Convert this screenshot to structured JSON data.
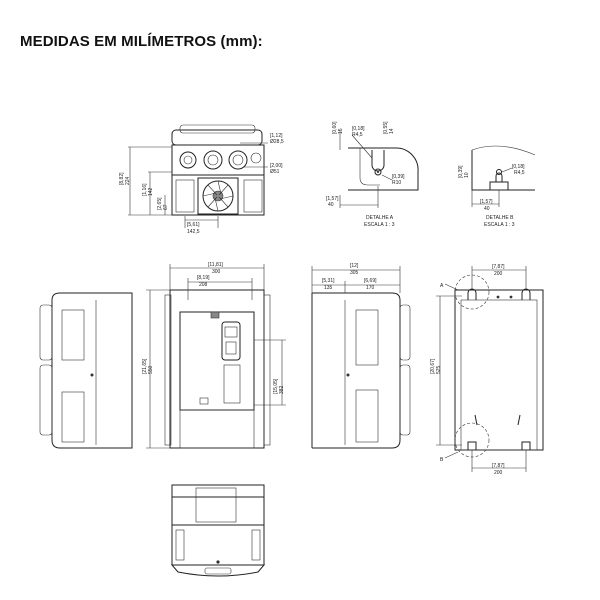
{
  "title": "MEDIDAS EM MILÍMETROS (mm):",
  "top_view": {
    "d1": "[1,12]",
    "d1b": "Ø28,5",
    "d2": "[2,00]",
    "d2b": "Ø51",
    "h1": "[8,82]",
    "h1b": "224",
    "h2": "[1,16]",
    "h2b": "142",
    "h3": "[2,65]",
    "h3b": "67",
    "w1": "[5,61]",
    "w1b": "142,5"
  },
  "detail_a": {
    "d1": "[0,60]",
    "d1b": "15",
    "d2": "[0,18]",
    "d2b": "R4,5",
    "d3": "[0,55]",
    "d3b": "14",
    "d4": "[0,39]",
    "d4b": "R10",
    "d5": "[1,57]",
    "d5b": "40",
    "label": "DETALHE A",
    "scale": "ESCALA 1 : 3"
  },
  "detail_b": {
    "d1": "[0,39]",
    "d1b": "10",
    "d2": "[0,18]",
    "d2b": "R4,5",
    "d3": "[1,57]",
    "d3b": "40",
    "label": "DETALHE B",
    "scale": "ESCALA 1 : 3"
  },
  "front_view": {
    "w1": "[11,81]",
    "w1b": "300",
    "w2": "[8,19]",
    "w2b": "208",
    "h1": "[21,65]",
    "h1b": "550",
    "h2": "[15,05]",
    "h2b": "382"
  },
  "side_view": {
    "w1": "[12]",
    "w1b": "305",
    "w2": "[5,31]",
    "w2b": "135",
    "w3": "[6,69]",
    "w3b": "170"
  },
  "back_view": {
    "w1": "[7,87]",
    "w1b": "200",
    "h1": "[20,67]",
    "h1b": "525",
    "w2": "[7,87]",
    "w2b": "200",
    "label_a": "A",
    "label_b": "B"
  }
}
